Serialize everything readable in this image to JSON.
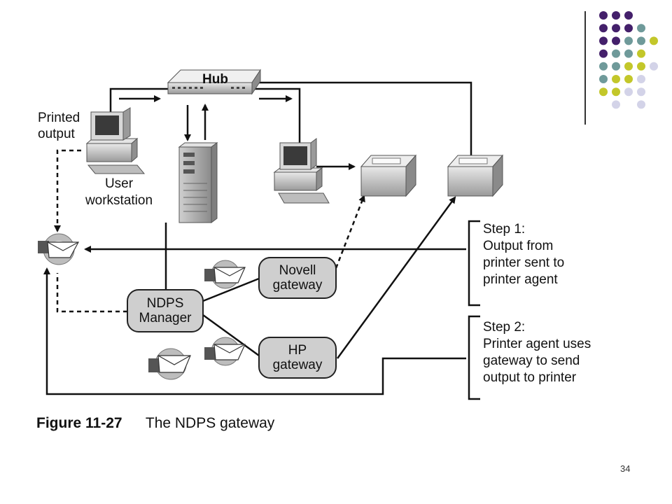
{
  "slide": {
    "page_number": "34"
  },
  "colors": {
    "purple": "#44206b",
    "teal": "#6f9a9a",
    "lime": "#c3c72a",
    "lavender": "#d3d3e8"
  },
  "dot_grid": [
    [
      "purple",
      "purple",
      "purple",
      "",
      "",
      ""
    ],
    [
      "purple",
      "purple",
      "purple",
      "teal",
      "",
      ""
    ],
    [
      "purple",
      "purple",
      "teal",
      "teal",
      "lime",
      ""
    ],
    [
      "purple",
      "teal",
      "teal",
      "lime",
      "",
      ""
    ],
    [
      "teal",
      "teal",
      "lime",
      "lime",
      "lavender",
      ""
    ],
    [
      "teal",
      "lime",
      "lime",
      "lavender",
      "",
      ""
    ],
    [
      "lime",
      "lime",
      "lavender",
      "lavender",
      "",
      ""
    ],
    [
      "",
      "lavender",
      "",
      "lavender",
      "",
      ""
    ]
  ],
  "diagram": {
    "hub_label": "Hub",
    "printed_output": [
      "Printed",
      "output"
    ],
    "user_workstation": [
      "User",
      "workstation"
    ],
    "ndps_manager": [
      "NDPS",
      "Manager"
    ],
    "novell_gateway": [
      "Novell",
      "gateway"
    ],
    "hp_gateway": [
      "HP",
      "gateway"
    ],
    "step1": {
      "title": "Step 1:",
      "lines": [
        "Output from",
        "printer sent to",
        "printer agent"
      ]
    },
    "step2": {
      "title": "Step 2:",
      "lines": [
        "Printer agent uses",
        "gateway to send",
        "output to printer"
      ]
    }
  },
  "caption": {
    "figure": "Figure 11-27",
    "title": "The NDPS gateway"
  }
}
